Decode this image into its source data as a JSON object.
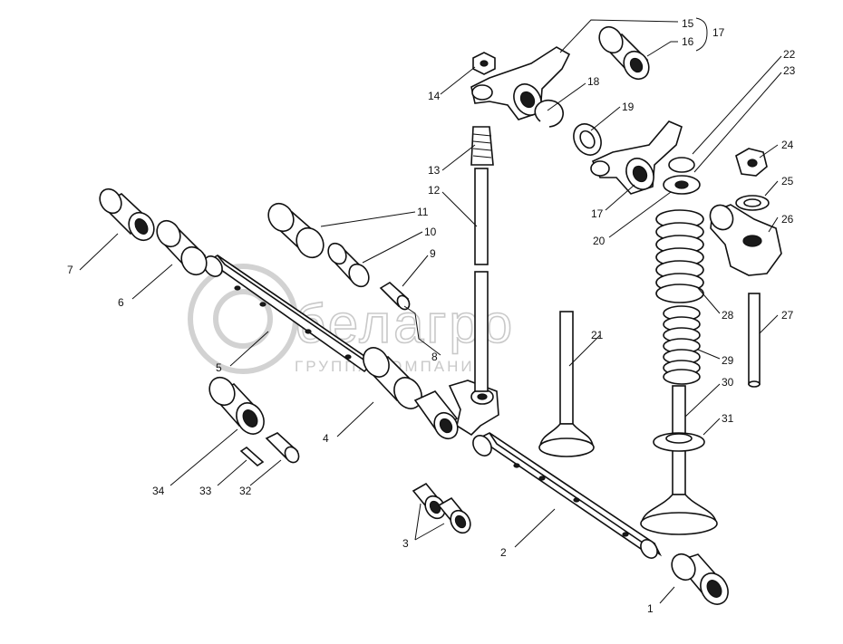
{
  "watermark": {
    "brand": "белагро",
    "tagline": "ГРУППА КОМПАНИЙ"
  },
  "corner_mark": "",
  "callouts": [
    {
      "n": "1"
    },
    {
      "n": "2"
    },
    {
      "n": "3"
    },
    {
      "n": "4"
    },
    {
      "n": "5"
    },
    {
      "n": "6"
    },
    {
      "n": "7"
    },
    {
      "n": "8"
    },
    {
      "n": "9"
    },
    {
      "n": "10"
    },
    {
      "n": "11"
    },
    {
      "n": "12"
    },
    {
      "n": "13"
    },
    {
      "n": "14"
    },
    {
      "n": "15"
    },
    {
      "n": "16"
    },
    {
      "n": "17"
    },
    {
      "n": "17"
    },
    {
      "n": "18"
    },
    {
      "n": "19"
    },
    {
      "n": "20"
    },
    {
      "n": "21"
    },
    {
      "n": "22"
    },
    {
      "n": "23"
    },
    {
      "n": "24"
    },
    {
      "n": "25"
    },
    {
      "n": "26"
    },
    {
      "n": "27"
    },
    {
      "n": "28"
    },
    {
      "n": "29"
    },
    {
      "n": "30"
    },
    {
      "n": "31"
    },
    {
      "n": "32"
    },
    {
      "n": "33"
    },
    {
      "n": "34"
    }
  ]
}
